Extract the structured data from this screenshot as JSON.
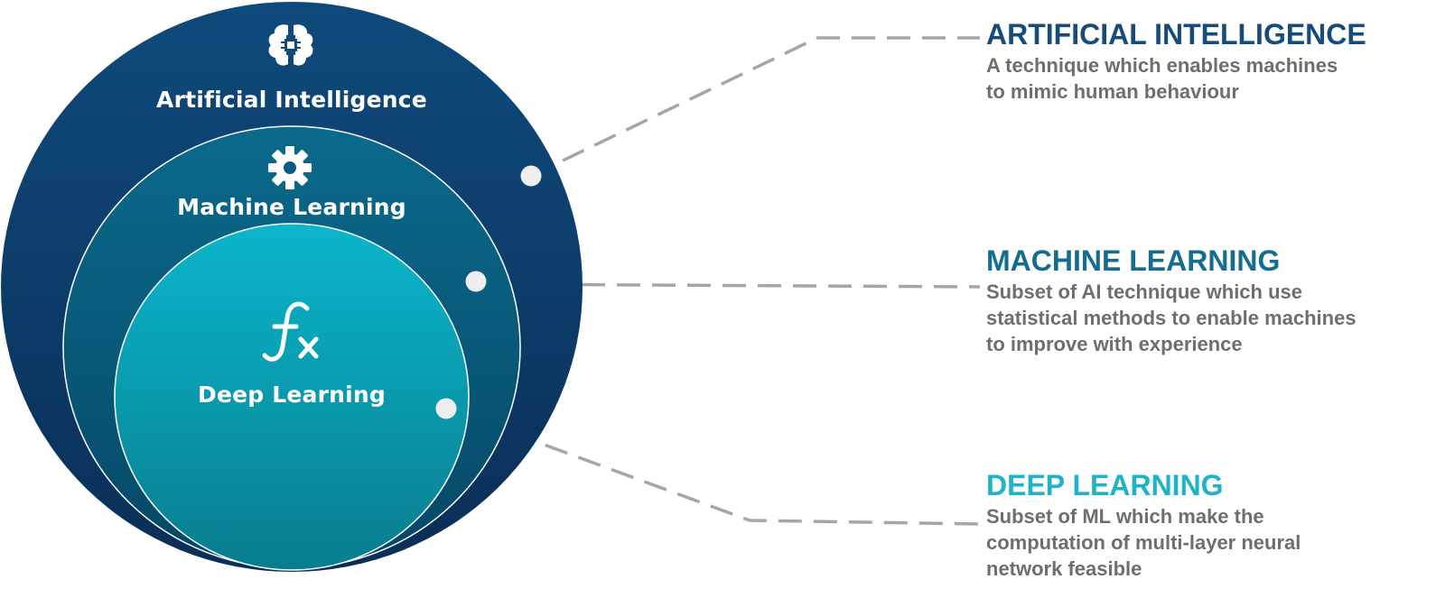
{
  "colors": {
    "ai_dark": "#0a2e57",
    "ai_mid": "#0f4a7c",
    "ml_top": "#0b6a8c",
    "ml_bottom": "#064765",
    "dl_top": "#0bb6cc",
    "dl_bottom": "#097d8e",
    "ai_title": "#164b7a",
    "ml_title": "#146d8e",
    "dl_title": "#1eb3c8",
    "desc_text": "#6d6e71",
    "connector": "#a6a6a6"
  },
  "circles": {
    "ai": {
      "label": "Artificial Intelligence",
      "icon": "brain-chip-icon"
    },
    "ml": {
      "label": "Machine Learning",
      "icon": "gear-icon"
    },
    "dl": {
      "label": "Deep Learning",
      "icon": "function-fx-icon"
    }
  },
  "legend": [
    {
      "title": "ARTIFICIAL INTELLIGENCE",
      "lines": [
        "A technique which enables machines",
        "to mimic human behaviour"
      ]
    },
    {
      "title": "MACHINE LEARNING",
      "lines": [
        "Subset of AI technique which use",
        "statistical methods to enable machines",
        "to improve with experience"
      ]
    },
    {
      "title": "DEEP LEARNING",
      "lines": [
        "Subset of ML which make the",
        "computation of multi-layer neural",
        "network feasible"
      ]
    }
  ]
}
